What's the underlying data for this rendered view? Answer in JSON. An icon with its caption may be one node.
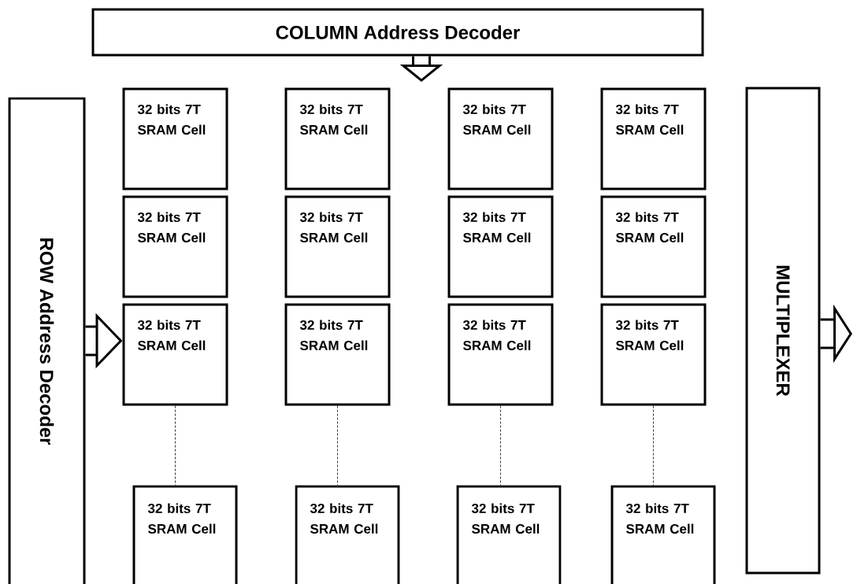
{
  "diagram": {
    "nodes": [
      {
        "text": [
          "COLUMN Address  Decoder"
        ]
      },
      {
        "text": [
          "ROW  Address Decoder"
        ]
      },
      {
        "text": [
          "MULTIPLEXER"
        ]
      },
      {
        "text": [
          "32 bits 7T SRAM  Cell"
        ]
      },
      {
        "text": [
          "32 bits 7T SRAM  Cell"
        ]
      },
      {
        "text": [
          "32 bits 7T SRAM  Cell"
        ]
      },
      {
        "text": [
          "32 bits 7T SRAM  Cell"
        ]
      },
      {
        "text": [
          "32 bits 7T SRAM  Cell"
        ]
      },
      {
        "text": [
          "32 bits 7T SRAM  Cell"
        ]
      },
      {
        "text": [
          "32 bits 7T SRAM  Cell"
        ]
      },
      {
        "text": [
          "32 bits 7T SRAM  Cell"
        ]
      },
      {
        "text": [
          "32 bits 7T SRAM  Cell"
        ]
      },
      {
        "text": [
          "32 bits 7T SRAM  Cell"
        ]
      },
      {
        "text": [
          "32 bits 7T SRAM  Cell"
        ]
      },
      {
        "text": [
          "32 bits 7T SRAM  Cell"
        ]
      },
      {
        "text": [
          "32 bits 7T SRAM  Cell"
        ]
      },
      {
        "text": [
          "32 bits 7T SRAM  Cell"
        ]
      },
      {
        "text": [
          "32 bits 7T SRAM  Cell"
        ]
      },
      {
        "text": [
          "32 bits 7T SRAM  Cell"
        ]
      }
    ],
    "edges": [
      {
        "from": 0,
        "to": null,
        "arrow": "to",
        "style": "thick"
      },
      {
        "from": 1,
        "to": 11,
        "arrow": "to",
        "style": "thick"
      },
      {
        "from": 2,
        "to": null,
        "arrow": "to",
        "style": "thick"
      },
      {
        "from": 11,
        "to": 15,
        "arrow": "none",
        "style": "dashed"
      },
      {
        "from": 12,
        "to": 16,
        "arrow": "none",
        "style": "dashed"
      },
      {
        "from": 13,
        "to": 17,
        "arrow": "none",
        "style": "dashed"
      },
      {
        "from": 14,
        "to": 18,
        "arrow": "none",
        "style": "dashed"
      }
    ]
  }
}
